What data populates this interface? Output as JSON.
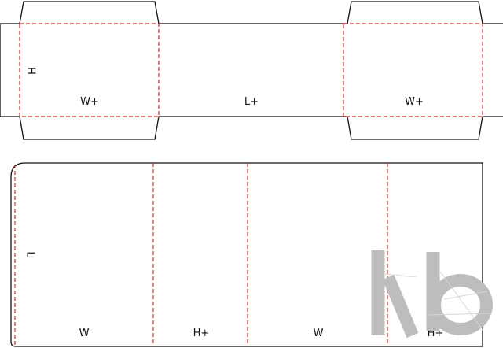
{
  "diagram": {
    "top_blank": {
      "labels": {
        "height": "H",
        "width_left": "W+",
        "length_center": "L+",
        "width_right": "W+"
      }
    },
    "bottom_blank": {
      "labels": {
        "length": "L",
        "width_1": "W",
        "height_1": "H+",
        "width_2": "W",
        "height_2": "H+"
      }
    },
    "colors": {
      "cut_line": "#111111",
      "fold_line": "#e0241c",
      "logo": "#bdbdbd"
    },
    "logo": {
      "icon": "kb-logo-icon"
    }
  }
}
